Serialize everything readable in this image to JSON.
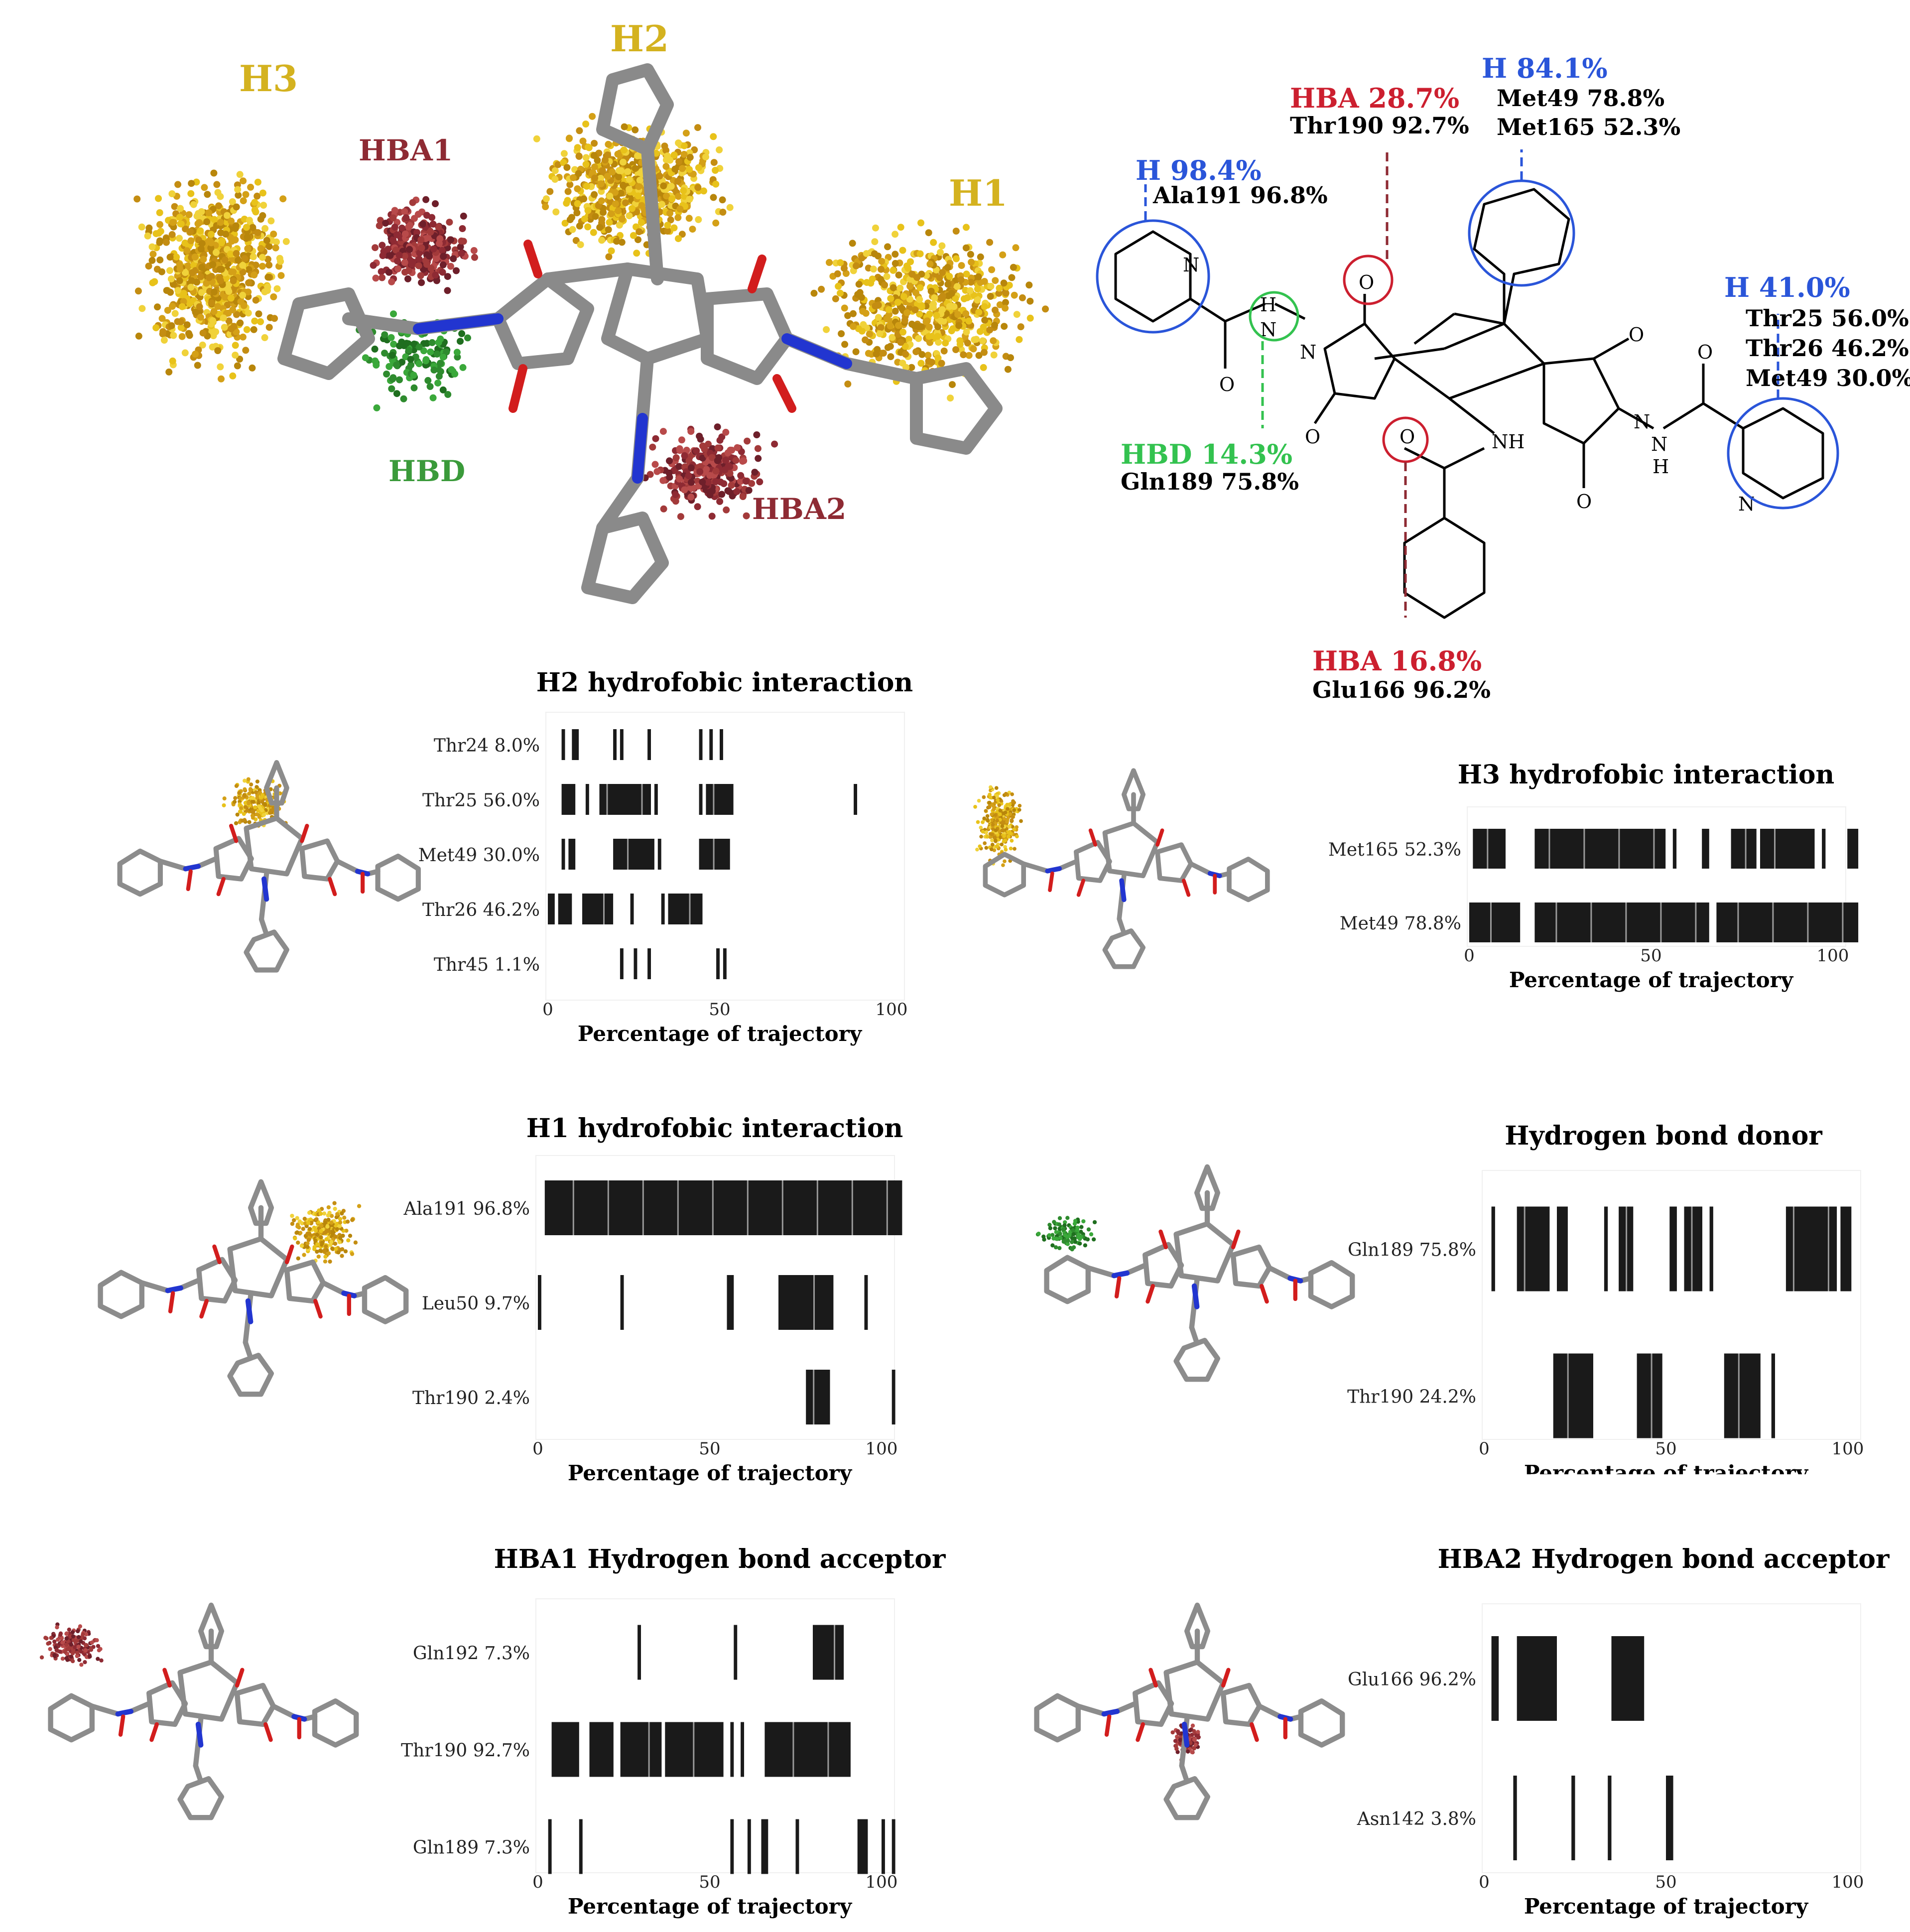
{
  "colors": {
    "yellow": "#d4b21f",
    "blue": "#2a55d9",
    "red": "#cc1f2f",
    "green": "#33c24f",
    "darkred": "#8e2a33"
  },
  "overview": {
    "labels": {
      "h1": "H1",
      "h2": "H2",
      "h3": "H3",
      "hba1": "HBA1",
      "hba2": "HBA2",
      "hbd": "HBD"
    }
  },
  "scheme": {
    "h_left": {
      "pct": "H 98.4%",
      "res": [
        "Ala191 96.8%"
      ]
    },
    "hba_top": {
      "pct": "HBA 28.7%",
      "res": [
        "Thr190 92.7%"
      ]
    },
    "h_top": {
      "pct": "H 84.1%",
      "res": [
        "Met49 78.8%",
        "Met165 52.3%"
      ]
    },
    "h_right": {
      "pct": "H 41.0%",
      "res": [
        "Thr25 56.0%",
        "Thr26 46.2%",
        "Met49 30.0%"
      ]
    },
    "hbd": {
      "pct": "HBD 14.3%",
      "res": [
        "Gln189 75.8%"
      ]
    },
    "hba_bot": {
      "pct": "HBA 16.8%",
      "res": [
        "Glu166 96.2%"
      ]
    },
    "atoms": {
      "n": "N",
      "o": "O",
      "h": "H",
      "nh": "NH"
    }
  },
  "chart_data": [
    {
      "id": "h2",
      "type": "barcode",
      "title": "H2 hydrofobic interaction",
      "xlabel": "Percentage of trajectory",
      "xlim": [
        0,
        100
      ],
      "xticks": [
        0,
        50,
        100
      ],
      "rows": [
        {
          "label": "Thr24 8.0%",
          "bands": [
            [
              4,
              5
            ],
            [
              7,
              9
            ],
            [
              19,
              20
            ],
            [
              21,
              22
            ],
            [
              29,
              30
            ],
            [
              44,
              45
            ],
            [
              47,
              48
            ],
            [
              50,
              51
            ]
          ]
        },
        {
          "label": "Thr25 56.0%",
          "bands": [
            [
              4,
              8
            ],
            [
              11,
              12
            ],
            [
              15,
              30
            ],
            [
              31,
              32
            ],
            [
              44,
              45
            ],
            [
              46,
              54
            ],
            [
              89,
              90
            ]
          ]
        },
        {
          "label": "Met49 30.0%",
          "bands": [
            [
              4,
              5
            ],
            [
              6,
              8
            ],
            [
              19,
              31
            ],
            [
              32,
              33
            ],
            [
              44,
              53
            ]
          ]
        },
        {
          "label": "Thr26 46.2%",
          "bands": [
            [
              0,
              2
            ],
            [
              3,
              7
            ],
            [
              10,
              19
            ],
            [
              24,
              25
            ],
            [
              33,
              34
            ],
            [
              35,
              45
            ]
          ]
        },
        {
          "label": "Thr45 1.1%",
          "bands": [
            [
              21,
              22
            ],
            [
              25,
              26
            ],
            [
              29,
              30
            ],
            [
              49,
              50
            ],
            [
              51,
              52
            ]
          ]
        }
      ]
    },
    {
      "id": "h3",
      "type": "barcode",
      "title": "H3 hydrofobic interaction",
      "xlabel": "Percentage of trajectory",
      "xlim": [
        0,
        100
      ],
      "xticks": [
        0,
        50,
        100
      ],
      "rows": [
        {
          "label": "Met165 52.3%",
          "bands": [
            [
              1,
              10
            ],
            [
              18,
              54
            ],
            [
              56,
              57
            ],
            [
              64,
              66
            ],
            [
              72,
              79
            ],
            [
              80,
              95
            ],
            [
              97,
              98
            ],
            [
              104,
              107
            ]
          ]
        },
        {
          "label": "Met49 78.8%",
          "bands": [
            [
              0,
              14
            ],
            [
              18,
              66
            ],
            [
              68,
              107
            ]
          ]
        }
      ]
    },
    {
      "id": "h1",
      "type": "barcode",
      "title": "H1 hydrofobic interaction",
      "xlabel": "Percentage of trajectory",
      "xlim": [
        0,
        100
      ],
      "xticks": [
        0,
        50,
        100
      ],
      "rows": [
        {
          "label": "Ala191 96.8%",
          "bands": [
            [
              2,
              106
            ]
          ]
        },
        {
          "label": "Leu50 9.7%",
          "bands": [
            [
              0,
              1
            ],
            [
              24,
              25
            ],
            [
              55,
              57
            ],
            [
              70,
              86
            ],
            [
              95,
              96
            ]
          ]
        },
        {
          "label": "Thr190 2.4%",
          "bands": [
            [
              78,
              85
            ],
            [
              103,
              104
            ]
          ]
        }
      ]
    },
    {
      "id": "hbd",
      "type": "barcode",
      "title": "Hydrogen bond donor",
      "xlabel": "Percentage of trajectory",
      "xlim": [
        0,
        100
      ],
      "xticks": [
        0,
        50,
        100
      ],
      "rows": [
        {
          "label": "Gln189 75.8%",
          "bands": [
            [
              2,
              3
            ],
            [
              9,
              18
            ],
            [
              20,
              23
            ],
            [
              33,
              34
            ],
            [
              37,
              41
            ],
            [
              51,
              53
            ],
            [
              55,
              60
            ],
            [
              62,
              63
            ],
            [
              83,
              97
            ],
            [
              98,
              101
            ]
          ]
        },
        {
          "label": "Thr190 24.2%",
          "bands": [
            [
              19,
              30
            ],
            [
              42,
              49
            ],
            [
              66,
              76
            ],
            [
              79,
              80
            ]
          ]
        }
      ]
    },
    {
      "id": "hba1",
      "type": "barcode",
      "title": "HBA1 Hydrogen bond acceptor",
      "xlabel": "Percentage of trajectory",
      "xlim": [
        0,
        100
      ],
      "xticks": [
        0,
        50,
        100
      ],
      "rows": [
        {
          "label": "Gln192 7.3%",
          "bands": [
            [
              29,
              30
            ],
            [
              57,
              58
            ],
            [
              80,
              89
            ]
          ]
        },
        {
          "label": "Thr190 92.7%",
          "bands": [
            [
              4,
              12
            ],
            [
              15,
              22
            ],
            [
              24,
              36
            ],
            [
              37,
              54
            ],
            [
              56,
              57
            ],
            [
              59,
              60
            ],
            [
              66,
              91
            ]
          ]
        },
        {
          "label": "Gln189 7.3%",
          "bands": [
            [
              3,
              4
            ],
            [
              12,
              13
            ],
            [
              56,
              57
            ],
            [
              61,
              62
            ],
            [
              65,
              67
            ],
            [
              75,
              76
            ],
            [
              93,
              96
            ],
            [
              100,
              101
            ],
            [
              103,
              104
            ]
          ]
        }
      ]
    },
    {
      "id": "hba2",
      "type": "barcode",
      "title": "HBA2 Hydrogen bond acceptor",
      "xlabel": "Percentage of trajectory",
      "xlim": [
        0,
        100
      ],
      "xticks": [
        0,
        50,
        100
      ],
      "rows": [
        {
          "label": "Glu166 96.2%",
          "bands": [
            [
              2,
              4
            ],
            [
              9,
              20
            ],
            [
              35,
              44
            ]
          ]
        },
        {
          "label": "Asn142 3.8%",
          "bands": [
            [
              8,
              9
            ],
            [
              24,
              25
            ],
            [
              34,
              35
            ],
            [
              50,
              52
            ]
          ]
        }
      ]
    }
  ]
}
